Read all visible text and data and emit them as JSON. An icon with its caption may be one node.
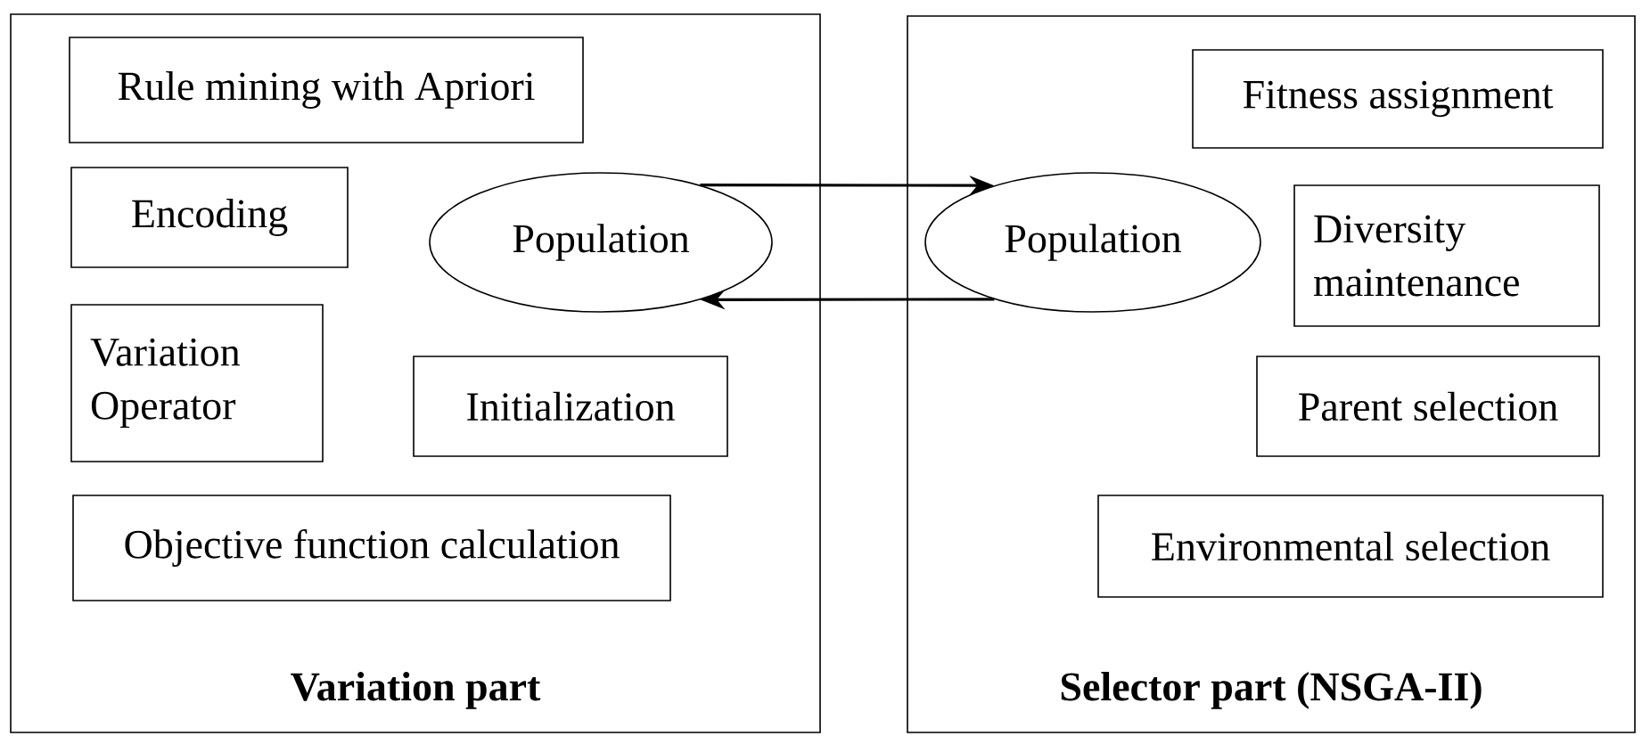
{
  "diagram": {
    "nodes": [
      {
        "text": [
          "Variation part"
        ]
      },
      {
        "text": [
          "Rule mining with Apriori"
        ],
        "in": 0
      },
      {
        "text": [
          "Encoding"
        ],
        "in": 0
      },
      {
        "text": [
          "Population"
        ],
        "in": 0
      },
      {
        "text": [
          "Variation Operator"
        ],
        "in": 0
      },
      {
        "text": [
          "Initialization"
        ],
        "in": 0
      },
      {
        "text": [
          "Objective function calculation"
        ],
        "in": 0
      },
      {
        "text": [
          "Selector part (NSGA-II)"
        ]
      },
      {
        "text": [
          "Population"
        ],
        "in": 7
      },
      {
        "text": [
          "Fitness assignment"
        ],
        "in": 7
      },
      {
        "text": [
          "Diversity maintenance"
        ],
        "in": 7
      },
      {
        "text": [
          "Parent selection"
        ],
        "in": 7
      },
      {
        "text": [
          "Environmental selection"
        ],
        "in": 7
      }
    ],
    "edges": [
      {
        "from": 3,
        "to": 8,
        "arrow": "to"
      },
      {
        "from": 8,
        "to": 3,
        "arrow": "to"
      }
    ]
  }
}
